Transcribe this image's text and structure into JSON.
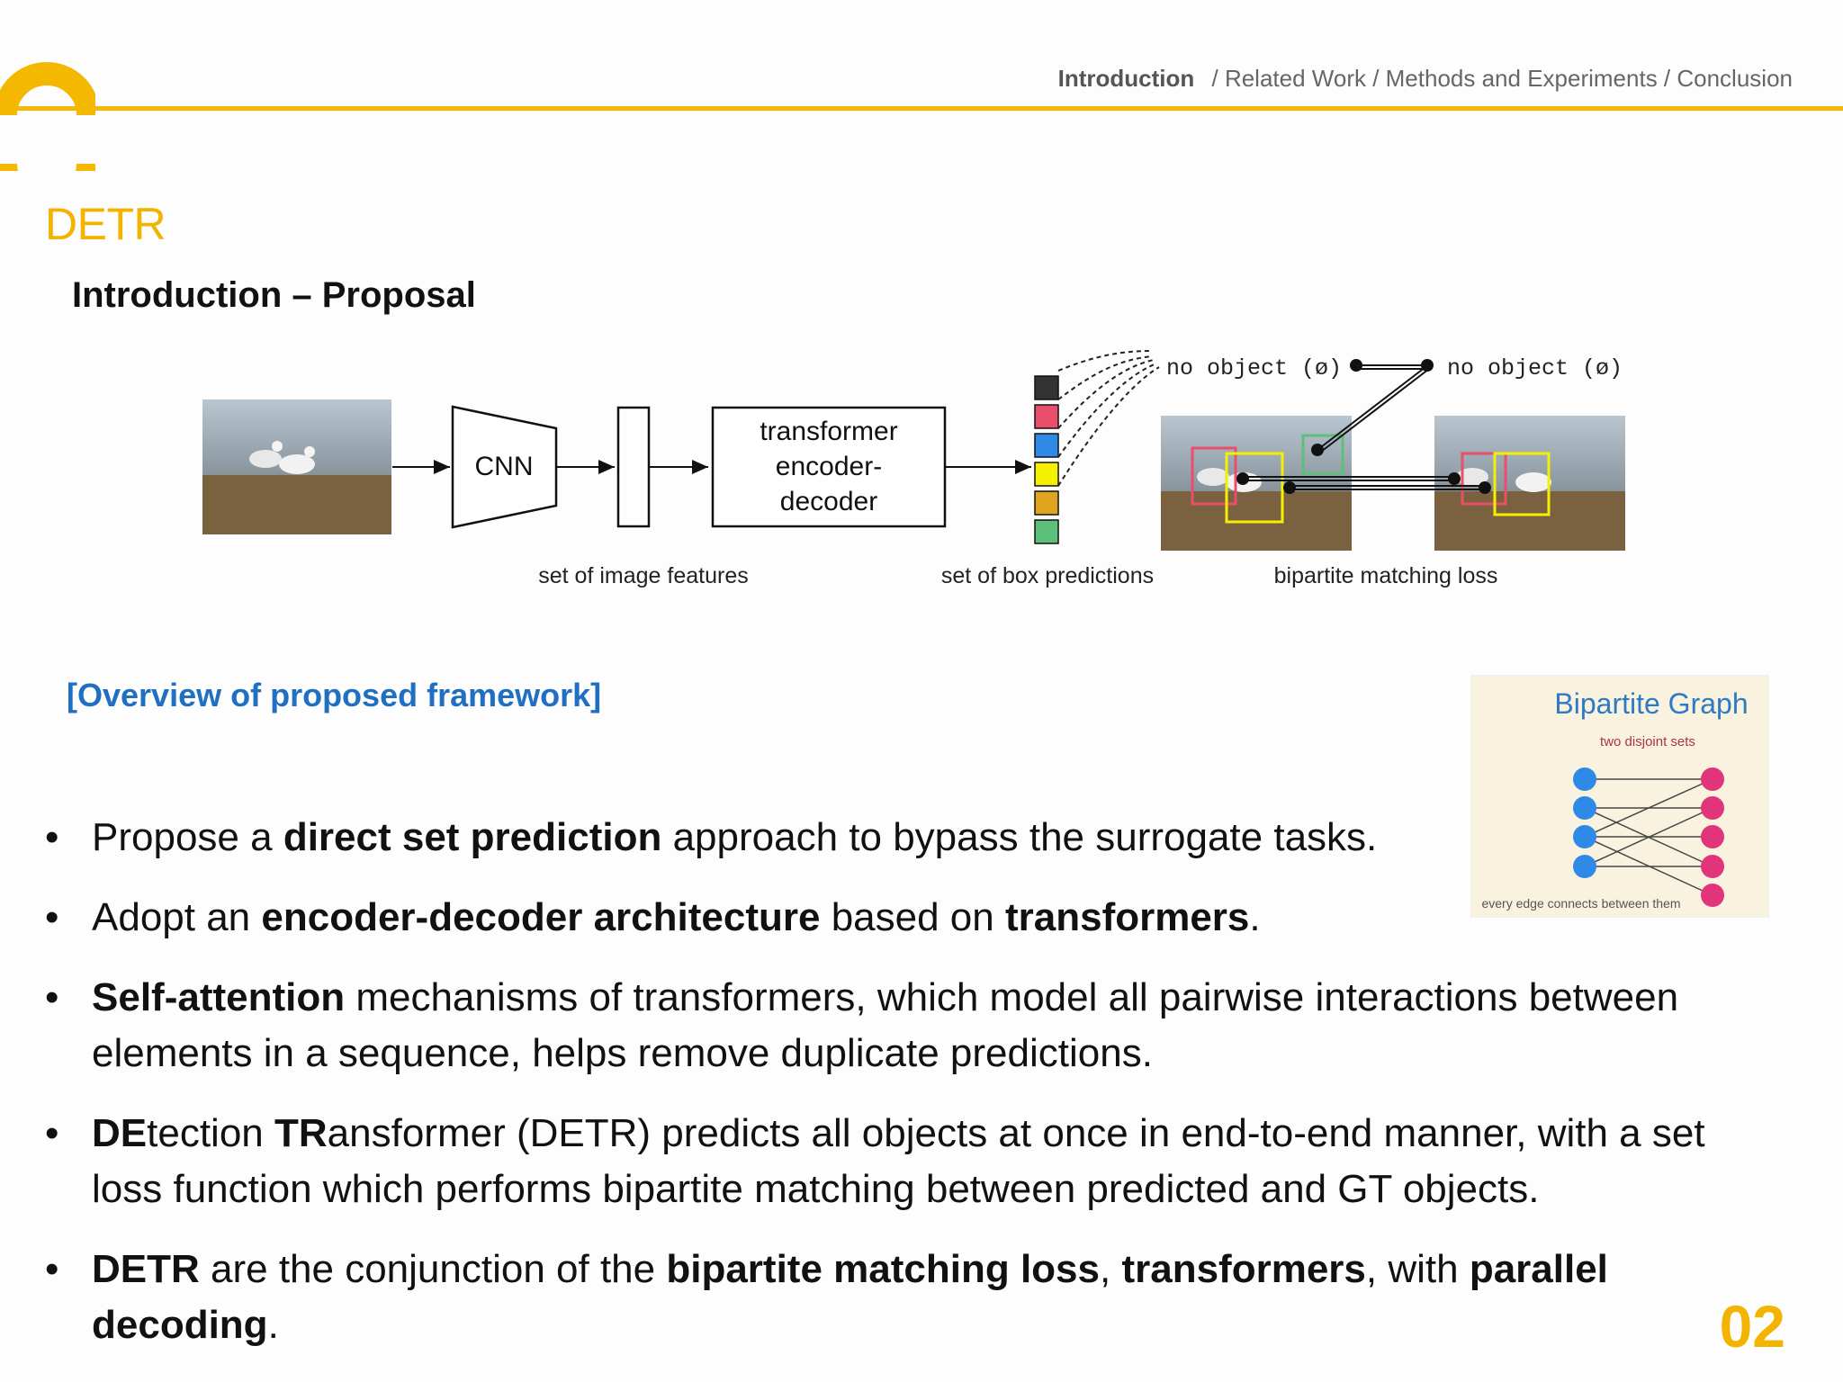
{
  "header": {
    "breadcrumb_current": "Introduction",
    "breadcrumb_rest": "/ Related Work / Methods and Experiments / Conclusion"
  },
  "page_title": "DETR",
  "section_title": "Introduction – Proposal",
  "diagram": {
    "cnn_label": "CNN",
    "transformer_line1": "transformer",
    "transformer_line2": "encoder-",
    "transformer_line3": "decoder",
    "no_object_left": "no object (ø)",
    "no_object_right": "no object (ø)",
    "label_features": "set of image features",
    "label_predictions": "set of box predictions",
    "label_matching": "bipartite matching loss",
    "prediction_colors": [
      "#333333",
      "#e94e6a",
      "#2e8ae6",
      "#f5f000",
      "#e0a31e",
      "#5cbf7a"
    ]
  },
  "caption": "[Overview of proposed framework]",
  "inset": {
    "title": "Bipartite Graph",
    "top_note": "two disjoint sets",
    "bottom_note": "every edge connects between them"
  },
  "bullets": [
    {
      "parts": [
        {
          "t": "Propose a "
        },
        {
          "t": "direct set prediction",
          "b": true
        },
        {
          "t": " approach to bypass the surrogate tasks."
        }
      ]
    },
    {
      "parts": [
        {
          "t": "Adopt an "
        },
        {
          "t": "encoder-decoder architecture",
          "b": true
        },
        {
          "t": " based on "
        },
        {
          "t": "transformers",
          "b": true
        },
        {
          "t": "."
        }
      ]
    },
    {
      "parts": [
        {
          "t": "Self-attention",
          "b": true
        },
        {
          "t": " mechanisms of transformers, which model all pairwise interactions between elements in a sequence, helps remove duplicate predictions."
        }
      ]
    },
    {
      "parts": [
        {
          "t": "DE",
          "b": true
        },
        {
          "t": "tection "
        },
        {
          "t": "TR",
          "b": true
        },
        {
          "t": "ansformer (DETR) predicts all objects at once in end-to-end manner, with a set loss function which performs bipartite matching between predicted and GT objects."
        }
      ]
    },
    {
      "parts": [
        {
          "t": "DETR",
          "b": true
        },
        {
          "t": " are the conjunction of the "
        },
        {
          "t": "bipartite matching loss",
          "b": true
        },
        {
          "t": ", "
        },
        {
          "t": "transformers",
          "b": true
        },
        {
          "t": ", with "
        },
        {
          "t": "parallel decoding",
          "b": true
        },
        {
          "t": "."
        }
      ]
    }
  ],
  "page_number": "02",
  "colors": {
    "accent": "#f5b800",
    "caption_blue": "#1f6fc2",
    "inset_title_blue": "#2f7ac4"
  }
}
